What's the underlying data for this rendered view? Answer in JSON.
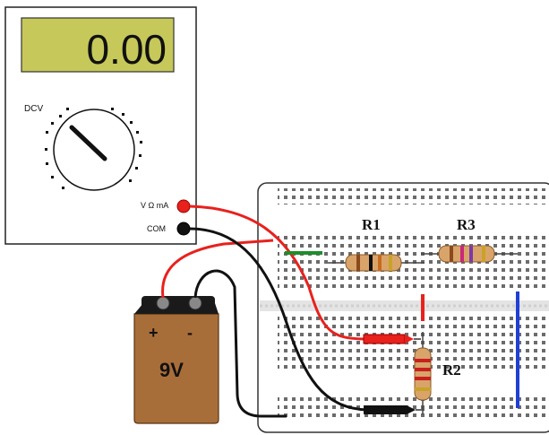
{
  "multimeter": {
    "display": "0.00",
    "mode_label": "DCV",
    "jack_positive_label": "V Ω mA",
    "jack_common_label": "COM"
  },
  "battery": {
    "voltage_label": "9V",
    "plus_label": "+",
    "minus_label": "-"
  },
  "breadboard": {
    "resistors": [
      {
        "label": "R1"
      },
      {
        "label": "R3"
      },
      {
        "label": "R2"
      }
    ]
  },
  "colors": {
    "lcd": "#c6c85a",
    "battery_body": "#a86e3a",
    "probe_red": "#e8211d",
    "probe_black": "#111111",
    "jumper_green": "#1e8e2a",
    "jumper_blue": "#1f3fd6",
    "resistor_body": "#d9a46a"
  }
}
